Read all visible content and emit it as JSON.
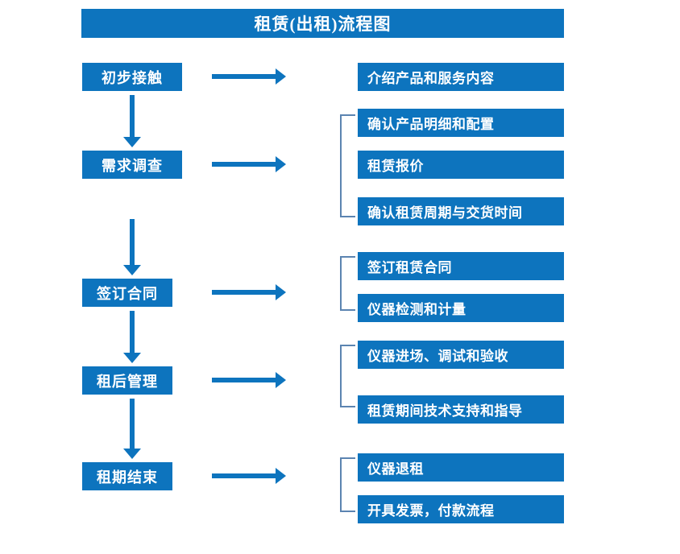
{
  "chart_data": {
    "type": "diagram",
    "title": "租赁(出租)流程图",
    "diagram_kind": "flowchart",
    "orientation": "vertical-with-side-branches",
    "colors": {
      "box_fill": "#0D74BE",
      "box_text": "#FFFFFF",
      "arrow": "#0D74BE",
      "bracket": "#5B84B1",
      "background": "#FFFFFF"
    },
    "stages": [
      {
        "stage": "初步接触",
        "details": [
          "介绍产品和服务内容"
        ]
      },
      {
        "stage": "需求调查",
        "details": [
          "确认产品明细和配置",
          "租赁报价",
          "确认租赁周期与交货时间"
        ]
      },
      {
        "stage": "签订合同",
        "details": [
          "签订租赁合同",
          "仪器检测和计量"
        ]
      },
      {
        "stage": "租后管理",
        "details": [
          "仪器进场、调试和验收",
          "租赁期间技术支持和指导"
        ]
      },
      {
        "stage": "租期结束",
        "details": [
          "仪器退租",
          "开具发票，付款流程"
        ]
      }
    ]
  },
  "header": {
    "title": "租赁(出租)流程图"
  },
  "stages": [
    {
      "label": "初步接触"
    },
    {
      "label": "需求调查"
    },
    {
      "label": "签订合同"
    },
    {
      "label": "租后管理"
    },
    {
      "label": "租期结束"
    }
  ],
  "details": {
    "group1": [
      {
        "label": "介绍产品和服务内容"
      }
    ],
    "group2": [
      {
        "label": "确认产品明细和配置"
      },
      {
        "label": "租赁报价"
      },
      {
        "label": "确认租赁周期与交货时间"
      }
    ],
    "group3": [
      {
        "label": "签订租赁合同"
      },
      {
        "label": "仪器检测和计量"
      }
    ],
    "group4": [
      {
        "label": "仪器进场、调试和验收"
      },
      {
        "label": "租赁期间技术支持和指导"
      }
    ],
    "group5": [
      {
        "label": "仪器退租"
      },
      {
        "label": "开具发票，付款流程"
      }
    ]
  }
}
